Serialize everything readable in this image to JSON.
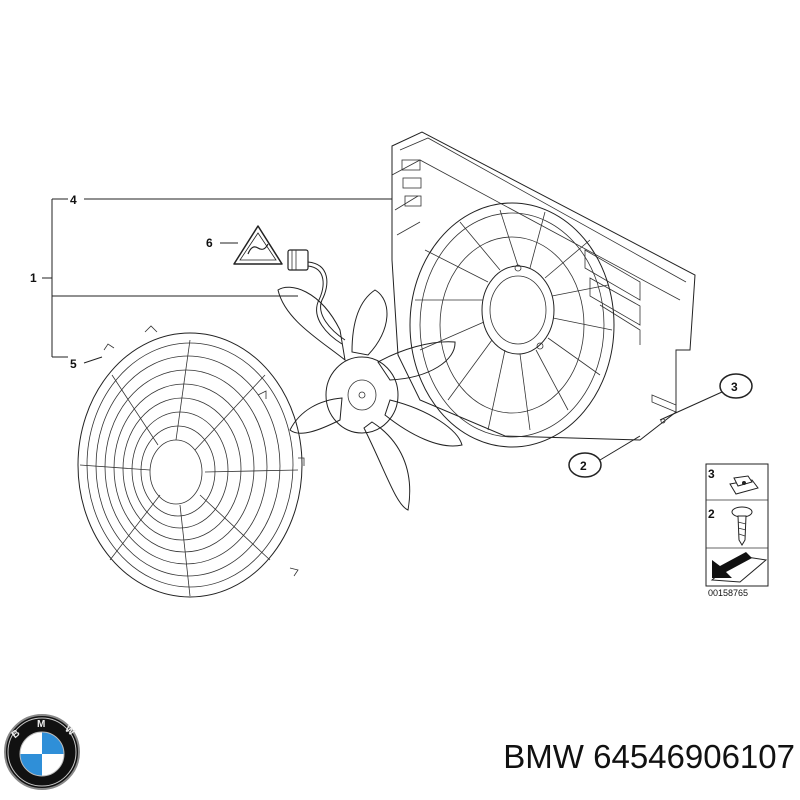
{
  "callouts": {
    "c1": "1",
    "c2": "2",
    "c3": "3",
    "c4": "4",
    "c5": "5",
    "c6": "6"
  },
  "legend": {
    "row_top": "3",
    "row_bottom": "2",
    "code": "00158765"
  },
  "logo": {
    "text": "BMW",
    "colors": {
      "blue": "#2f8fd8",
      "white": "#ffffff",
      "ring": "#111111"
    }
  },
  "footer": {
    "part_number": "BMW 64546906107"
  }
}
